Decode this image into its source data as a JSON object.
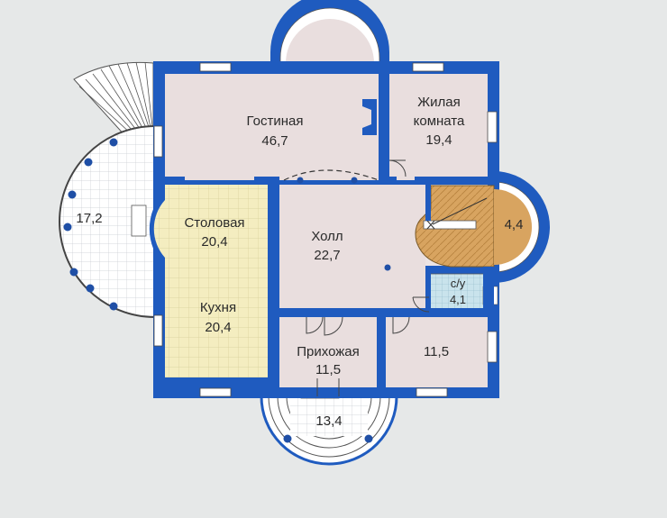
{
  "plan": {
    "colors": {
      "wall": "#1f5bbf",
      "floor": "#e9dede",
      "kitchen_tile": "#f4edc0",
      "stair_wood": "#d8a460",
      "bath_tile": "#c9e3ec",
      "background": "#e6e8e8"
    },
    "rooms": {
      "living": {
        "name": "Гостиная",
        "area": "46,7"
      },
      "bedroom": {
        "name_line1": "Жилая",
        "name_line2": "комната",
        "area": "19,4"
      },
      "dining": {
        "name": "Столовая",
        "area": "20,4"
      },
      "hall": {
        "name": "Холл",
        "area": "22,7"
      },
      "kitchen": {
        "name": "Кухня",
        "area": "20,4"
      },
      "entrance": {
        "name": "Прихожая",
        "area": "11,5"
      },
      "room_se": {
        "area": "11,5"
      },
      "terrace": {
        "area": "17,2"
      },
      "stair": {
        "area": "4,4"
      },
      "wc": {
        "name": "с/у",
        "area": "4,1"
      },
      "porch": {
        "area": "13,4"
      }
    }
  }
}
